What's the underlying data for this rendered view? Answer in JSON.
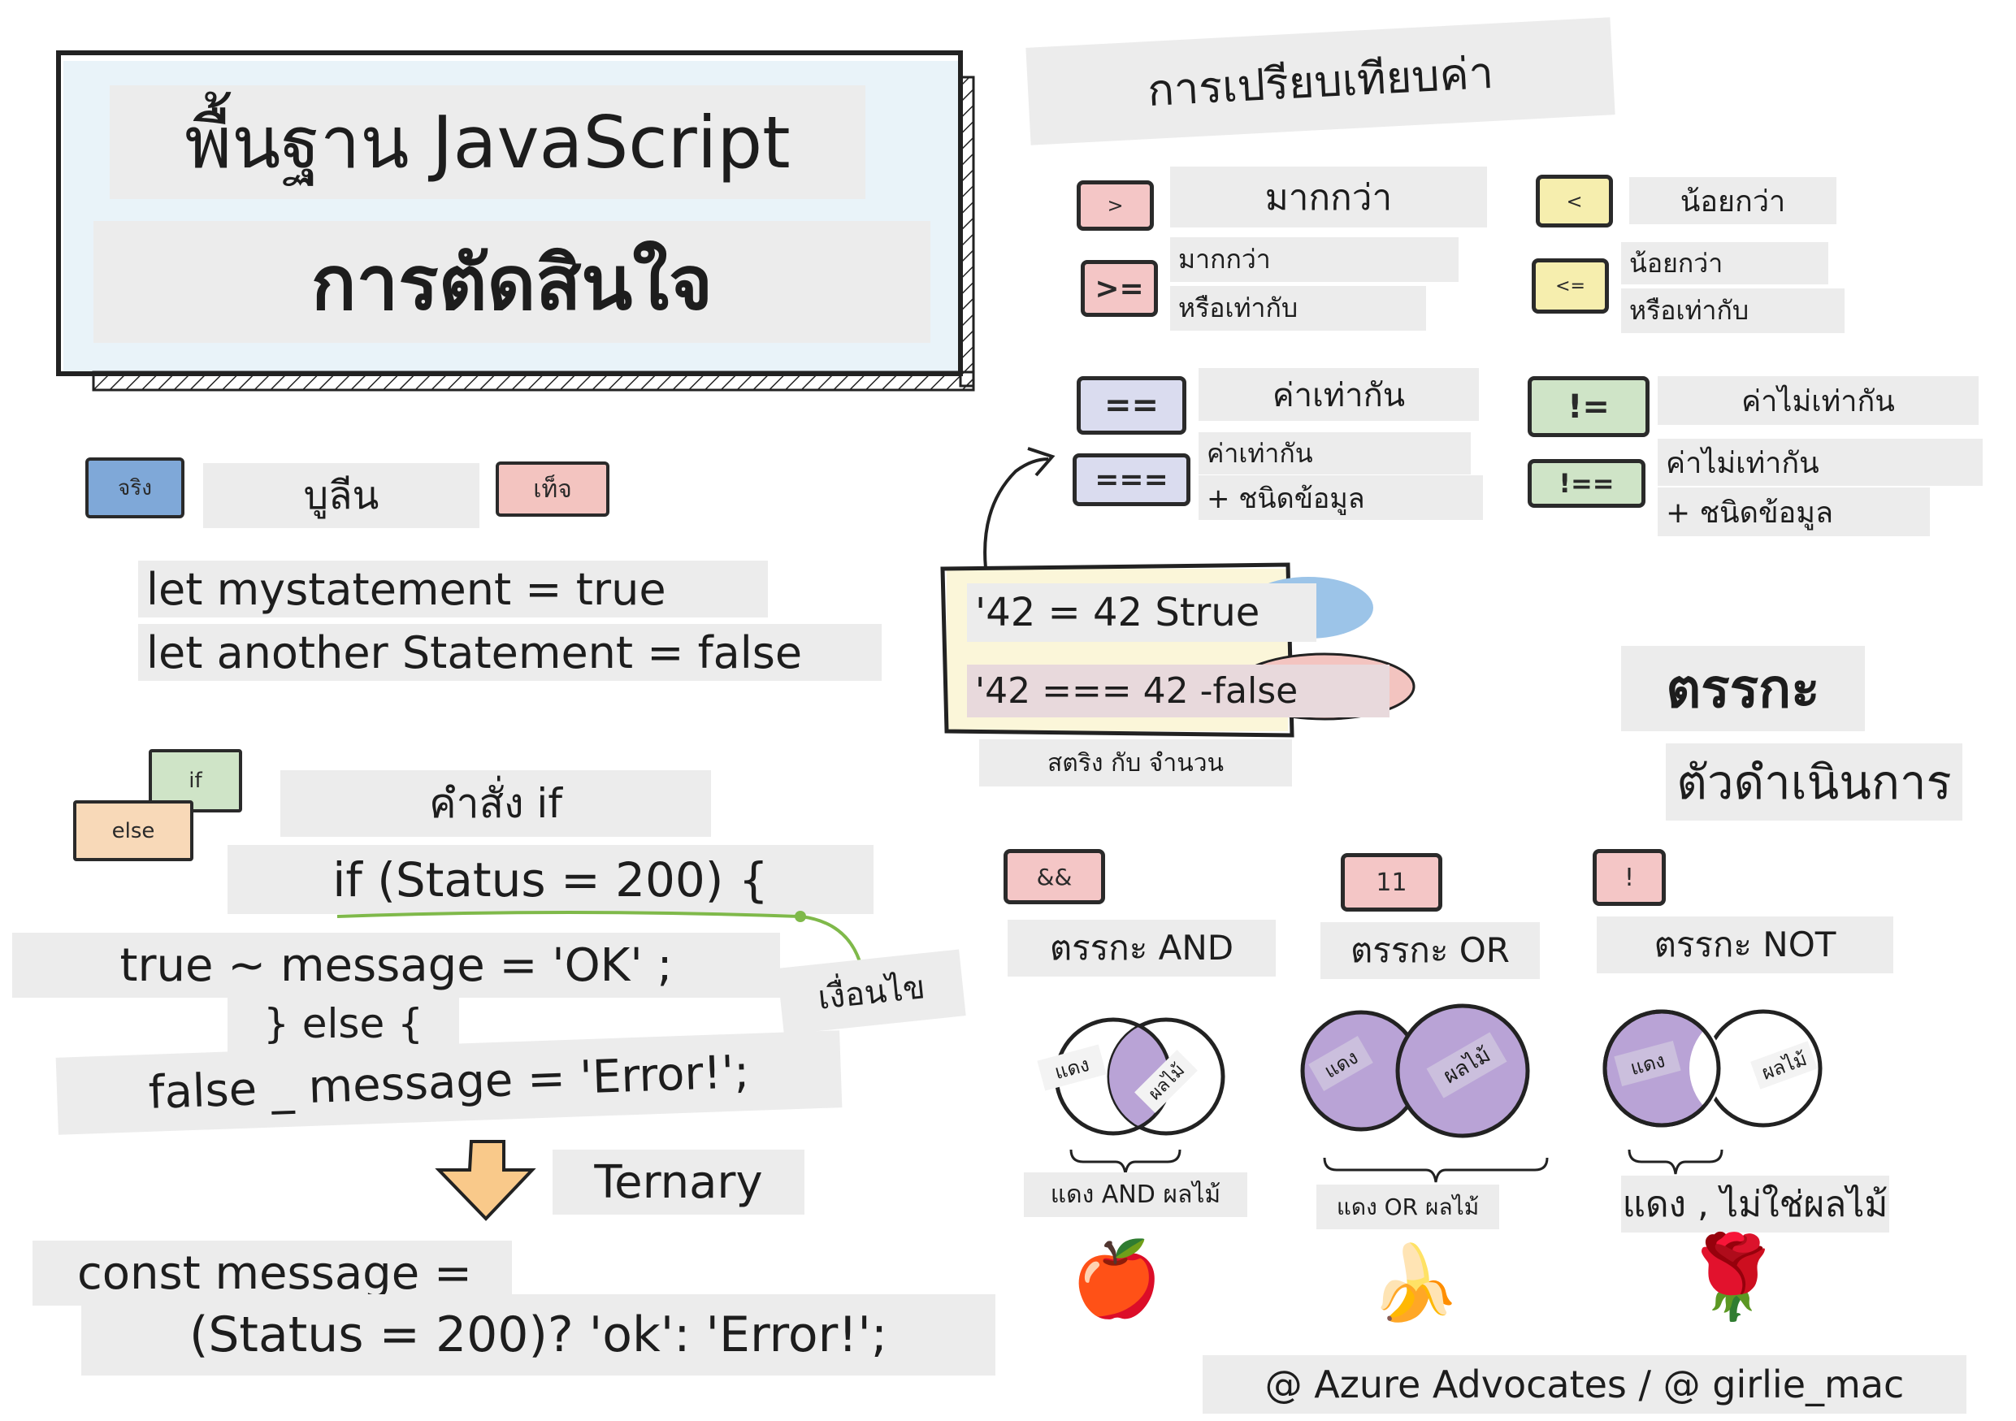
{
  "title": {
    "line1": "พื้นฐาน JavaScript",
    "line2": "การตัดสินใจ"
  },
  "booleans": {
    "true_badge": "จริง",
    "heading": "บูลีน",
    "false_badge": "เท็จ",
    "code": [
      "let mystatement = true",
      "let another Statement = false"
    ]
  },
  "if_statement": {
    "if_badge": "if",
    "else_badge": "else",
    "heading": "คำสั่ง if",
    "condition_label": "เงื่อนไข",
    "code": [
      "if (Status = 200) {",
      "true ~ message = 'OK' ;",
      "} else {",
      "false _ message = 'Error!';"
    ]
  },
  "ternary": {
    "heading": "Ternary",
    "code": [
      "const message =",
      "(Status = 200)? 'ok': 'Error!';"
    ]
  },
  "comparison": {
    "heading": "การเปรียบเทียบค่า",
    "operators": [
      {
        "symbol": ">",
        "label": "มากกว่า"
      },
      {
        "symbol": "<",
        "label": "น้อยกว่า"
      },
      {
        "symbol": ">=",
        "label_1": "มากกว่า",
        "label_2": "หรือเท่ากับ"
      },
      {
        "symbol": "<=",
        "label_1": "น้อยกว่า",
        "label_2": "หรือเท่ากับ"
      },
      {
        "symbol": "==",
        "label": "ค่าเท่ากัน"
      },
      {
        "symbol": "!=",
        "label": "ค่าไม่เท่ากัน"
      },
      {
        "symbol": "===",
        "label_1": "ค่าเท่ากัน",
        "label_2": "+ ชนิดข้อมูล"
      },
      {
        "symbol": "!==",
        "label_1": "ค่าไม่เท่ากัน",
        "label_2": "+ ชนิดข้อมูล"
      }
    ],
    "examples": [
      "'42 = 42 Strue",
      "'42 === 42 -false"
    ],
    "examples_caption": "สตริง กับ จำนวน"
  },
  "logic": {
    "heading_1": "ตรรกะ",
    "heading_2": "ตัวดำเนินการ",
    "operators": [
      {
        "symbol": "&&",
        "label": "ตรรกะ AND",
        "left": "แดง",
        "right": "ผลไม้",
        "result": "แดง AND ผลไม้",
        "emoji": "🍎",
        "color": "#e63946"
      },
      {
        "symbol": "11",
        "label": "ตรรกะ OR",
        "left": "แดง",
        "right": "ผลไม้",
        "result": "แดง OR ผลไม้",
        "emoji": "🍌",
        "color": "#f4c430"
      },
      {
        "symbol": "!",
        "label": "ตรรกะ NOT",
        "left": "แดง",
        "right": "ผลไม้",
        "result": "แดง , ไม่ใช่ผลไม้",
        "emoji": "🌹",
        "color": "#e05a6a"
      }
    ]
  },
  "credit": "@ Azure Advocates / @ girlie_mac",
  "colors": {
    "venn_purple": "#b9a3d6",
    "red_badge": "#f4c6c6",
    "yellow_badge": "#f6eeae",
    "blue_badge": "#dadcef",
    "green_badge": "#cfe4c7",
    "true_blue": "#7fa8d8",
    "false_pink": "#f3c4c0"
  }
}
